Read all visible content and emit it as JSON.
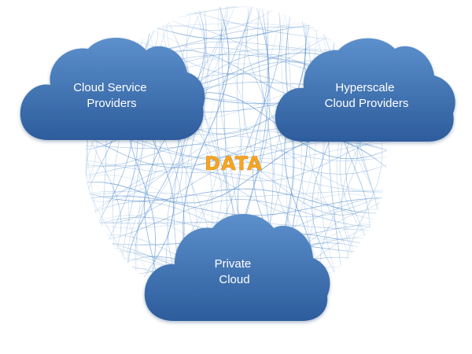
{
  "diagram": {
    "center_label": "DATA",
    "clouds": [
      {
        "id": "cloud-service-providers",
        "lines": [
          "Cloud Service",
          "Providers"
        ]
      },
      {
        "id": "hyperscale-cloud-providers",
        "lines": [
          "Hyperscale",
          "Cloud Providers"
        ]
      },
      {
        "id": "private-cloud",
        "lines": [
          "Private",
          "Cloud"
        ]
      }
    ]
  },
  "colors": {
    "cloud_fill_top": "#5b8fcb",
    "cloud_fill_bottom": "#2f5e9e",
    "mesh_line": "#5b92cf",
    "data_text": "#f5a623",
    "cloud_text": "#ffffff"
  }
}
